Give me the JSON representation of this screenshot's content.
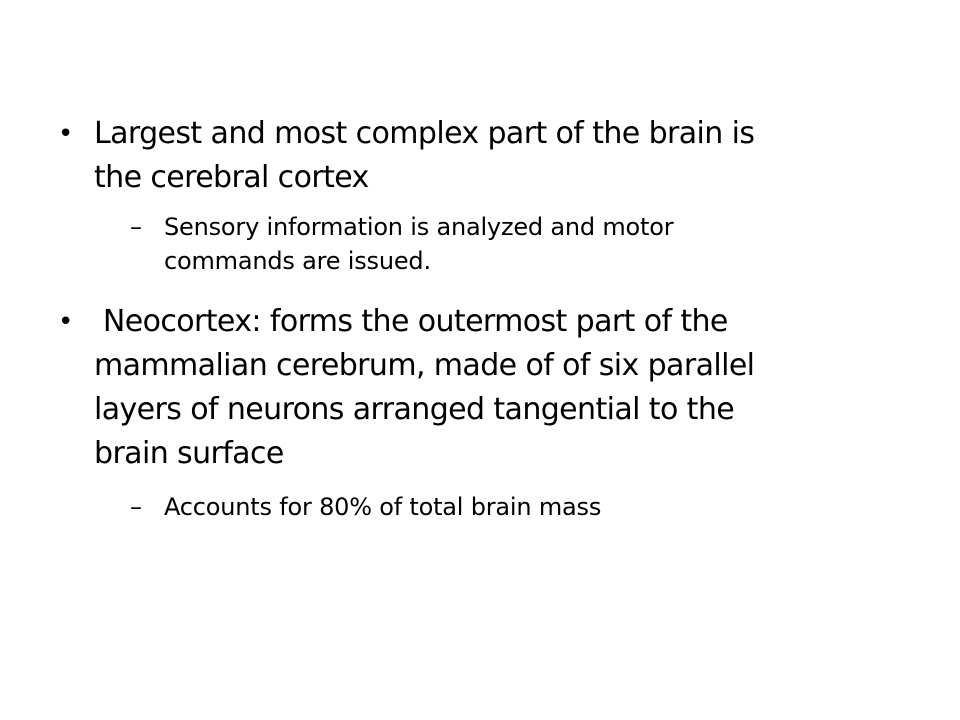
{
  "slide": {
    "bullets": [
      {
        "marker": "•",
        "lines": [
          "Largest and most complex part of the brain is",
          "the cerebral cortex"
        ],
        "sub": {
          "marker": "–",
          "lines": [
            "Sensory information is analyzed and motor",
            "commands are issued."
          ]
        }
      },
      {
        "marker": "•",
        "lines": [
          " Neocortex: forms the outermost part of the",
          "mammalian cerebrum, made of of six parallel",
          "layers of neurons arranged tangential to the",
          "brain surface"
        ],
        "sub": {
          "marker": "–",
          "lines": [
            "Accounts for 80% of total brain mass"
          ]
        }
      }
    ]
  }
}
